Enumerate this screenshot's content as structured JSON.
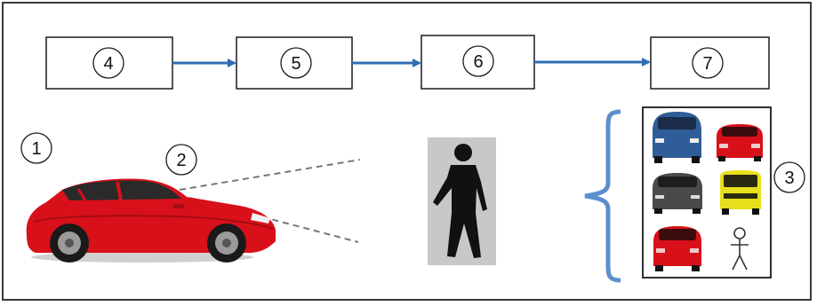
{
  "diagram": {
    "pipeline": [
      {
        "label": "4"
      },
      {
        "label": "5"
      },
      {
        "label": "6"
      },
      {
        "label": "7"
      }
    ],
    "callouts": {
      "car": "1",
      "sensor": "2",
      "classes": "3"
    },
    "colors": {
      "arrow": "#2f6db5",
      "brace": "#5b8fcc",
      "car_body": "#d8101a",
      "figure": "#111111",
      "figure_bg": "#c8c8c8",
      "fov_line": "#777777",
      "box_border": "#1a1a1a"
    },
    "icons": [
      "car-icon",
      "pedestrian-icon",
      "blue-car-icon",
      "red-car-icon",
      "gray-car-icon",
      "yellow-car-icon",
      "red-car-icon",
      "stick-figure-icon"
    ]
  }
}
